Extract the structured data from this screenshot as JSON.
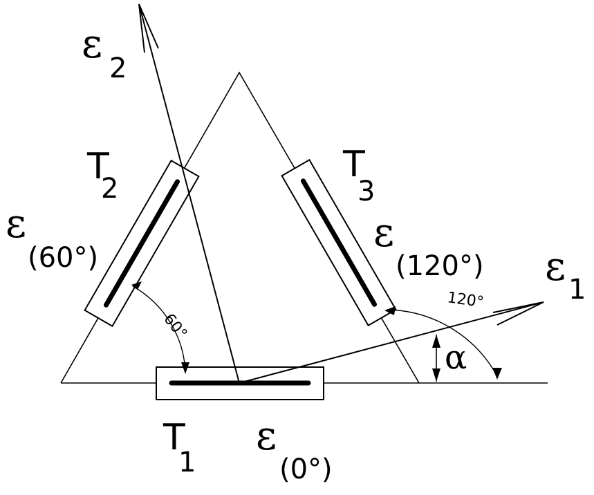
{
  "labels": {
    "eps1": "ε",
    "eps1_sub": "1",
    "eps2": "ε",
    "eps2_sub": "2",
    "eps60": "ε",
    "eps60_sub": "(60°)",
    "eps120": "ε",
    "eps120_sub": "(120°)",
    "eps0": "ε",
    "eps0_sub": "(0°)",
    "t1": "T",
    "t1_sub": "1",
    "t2": "T",
    "t2_sub": "2",
    "t3": "T",
    "t3_sub": "3",
    "angle60": "60°",
    "angle120": "120°",
    "alpha": "α"
  }
}
